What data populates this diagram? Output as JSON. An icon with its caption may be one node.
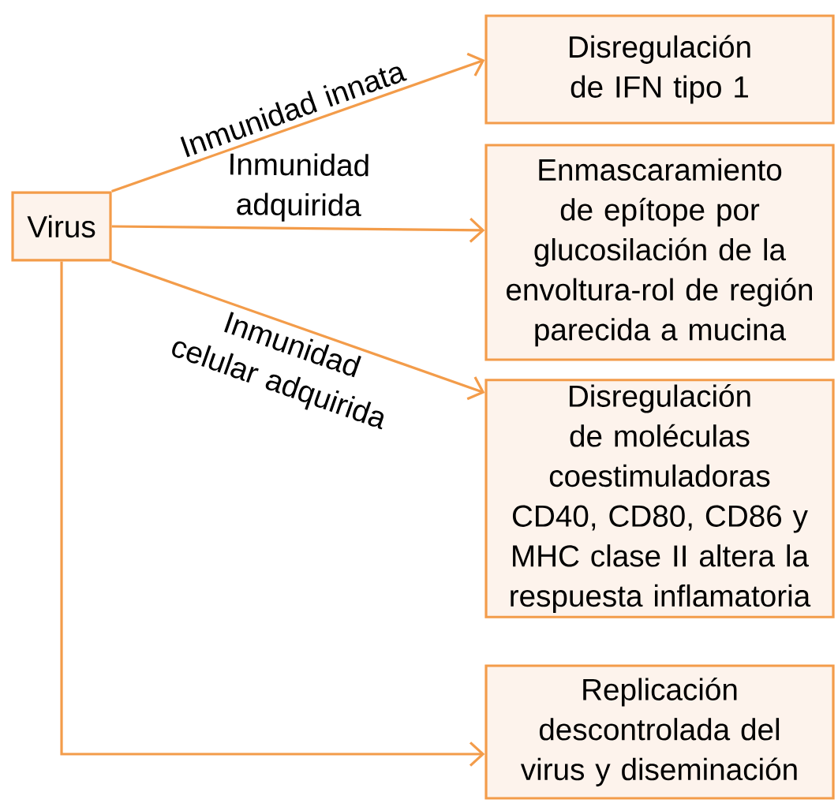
{
  "diagram": {
    "nodes": [
      {
        "text": [
          "Virus"
        ]
      },
      {
        "text": [
          "Disregulación de IFN tipo 1"
        ]
      },
      {
        "text": [
          "Enmascaramiento de epítope por glucosilación de la envoltura-rol de región parecida a mucina"
        ]
      },
      {
        "text": [
          "Disregulación de moléculas coestimuladoras CD40, CD80, CD86 y MHC clase II altera la respuesta inflamatoria"
        ]
      },
      {
        "text": [
          "Replicación descontrolada del virus y diseminación"
        ]
      }
    ],
    "edges": [
      {
        "from": 0,
        "to": 1,
        "arrow": "to",
        "label": "Inmunidad innata"
      },
      {
        "from": 0,
        "to": 2,
        "arrow": "to",
        "label": "Inmunidad adquirida"
      },
      {
        "from": 0,
        "to": 3,
        "arrow": "to",
        "label": "Inmunidad celular adquirida"
      },
      {
        "from": 0,
        "to": 4,
        "arrow": "to"
      }
    ]
  }
}
